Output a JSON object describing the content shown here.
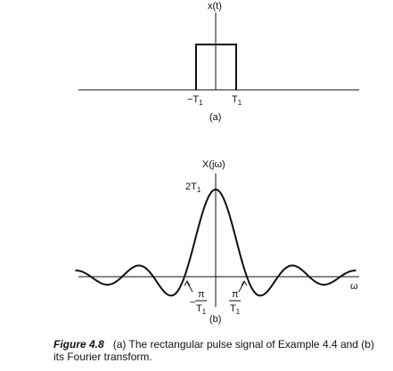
{
  "panel_a": {
    "y_label": "x(t)",
    "neg_tick": "−T",
    "neg_tick_sub": "1",
    "pos_tick": "T",
    "pos_tick_sub": "1",
    "panel_label": "(a)"
  },
  "panel_b": {
    "y_label": "X(jω)",
    "peak_label": "2T",
    "peak_label_sub": "1",
    "neg_tick_sign": "−",
    "neg_tick_num": "π",
    "neg_tick_den": "T",
    "neg_tick_den_sub": "1",
    "pos_tick_num": "π",
    "pos_tick_den": "T",
    "pos_tick_den_sub": "1",
    "x_label": "ω",
    "panel_label": "(b)"
  },
  "caption": {
    "figure_label": "Figure 4.8",
    "text": "(a) The rectangular pulse signal of Example 4.4 and (b) its Fourier transform."
  },
  "chart_data": [
    {
      "type": "line",
      "title": "",
      "ylabel": "x(t)",
      "xlabel": "",
      "x_ticks": [
        "−T1",
        "T1"
      ],
      "x": [
        -3,
        -1,
        -1,
        1,
        1,
        3
      ],
      "y": [
        0,
        0,
        1,
        1,
        0,
        0
      ],
      "ylim": [
        0,
        1
      ]
    },
    {
      "type": "line",
      "title": "",
      "ylabel": "X(jω)",
      "xlabel": "ω",
      "function": "2 sin(ω T1) / ω",
      "peak_value": "2T1",
      "x_ticks": [
        "−π/T1",
        "π/T1"
      ],
      "xlim_over_pi_T1": [
        -4.5,
        4.5
      ]
    }
  ]
}
